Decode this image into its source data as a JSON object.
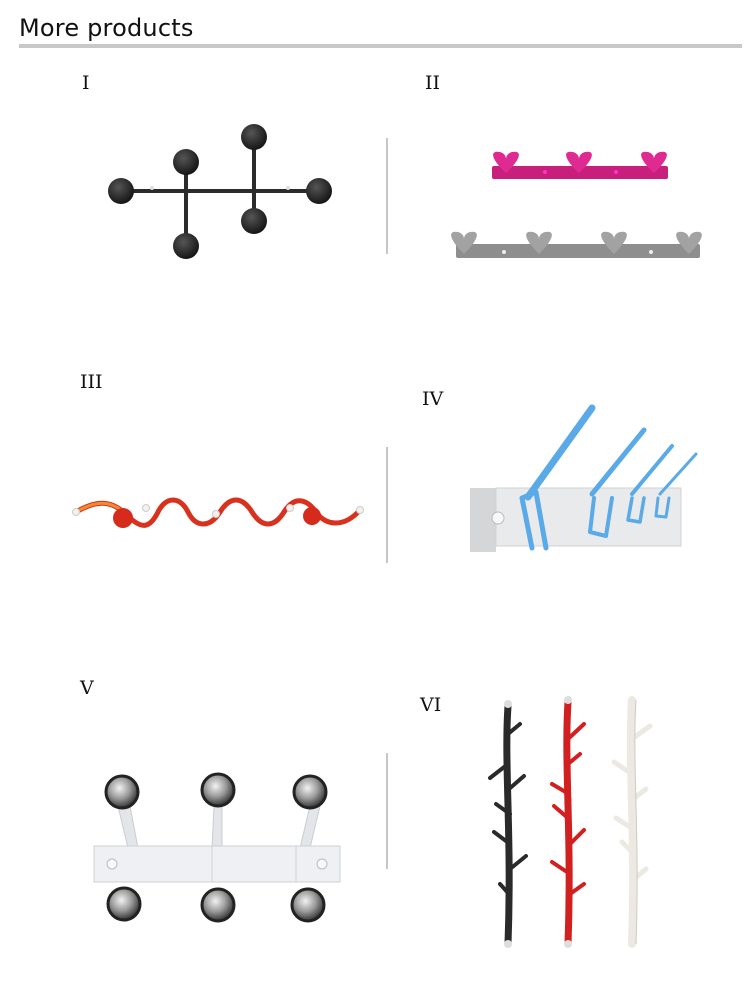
{
  "header": {
    "title": "More products"
  },
  "products": [
    {
      "label": "I"
    },
    {
      "label": "II"
    },
    {
      "label": "III"
    },
    {
      "label": "IV"
    },
    {
      "label": "V"
    },
    {
      "label": "VI"
    }
  ],
  "colors": {
    "rule": "#c8c8c8",
    "separator": "#c6c6c6",
    "black_hook": "#2b2b2b",
    "pink_hook": "#d8248a",
    "gray_hook": "#9a9a9a",
    "red_wave": "#d9341f",
    "blue_hook": "#4d9fe0",
    "red_tree": "#d32020"
  }
}
